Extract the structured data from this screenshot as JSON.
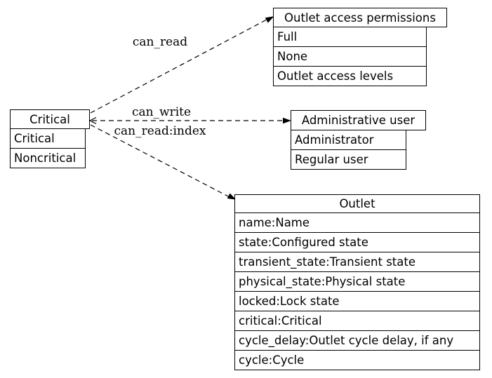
{
  "diagram_colors": {
    "background": "#ffffff",
    "stroke": "#000000",
    "text": "#000000"
  },
  "nodes": [
    {
      "id": "outlet-access-permissions",
      "title": "Outlet access permissions",
      "rows": [
        "Full",
        "None",
        "Outlet access levels"
      ]
    },
    {
      "id": "critical",
      "title": "Critical",
      "rows": [
        "Critical",
        "Noncritical"
      ]
    },
    {
      "id": "administrative-user",
      "title": "Administrative user",
      "rows": [
        "Administrator",
        "Regular user"
      ]
    },
    {
      "id": "outlet",
      "title": "Outlet",
      "rows": [
        "name:Name",
        "state:Configured state",
        "transient_state:Transient state",
        "physical_state:Physical state",
        "locked:Lock state",
        "critical:Critical",
        "cycle_delay:Outlet cycle delay, if any",
        "cycle:Cycle"
      ]
    }
  ],
  "edges": [
    {
      "label": "can_read",
      "from": "Critical",
      "to": "Outlet access permissions",
      "style": "dashed",
      "arrowhead": "filled"
    },
    {
      "label": "can_write",
      "from": "Administrative user",
      "to": "Critical",
      "style": "dashed",
      "arrowhead": "open-vee"
    },
    {
      "label": "can_read:index",
      "from": "Critical",
      "to": "Administrative user",
      "style": "dashed",
      "arrowhead": "filled"
    },
    {
      "label": "",
      "from": "Critical",
      "to": "Outlet",
      "style": "dashed",
      "arrowhead": "filled"
    }
  ]
}
